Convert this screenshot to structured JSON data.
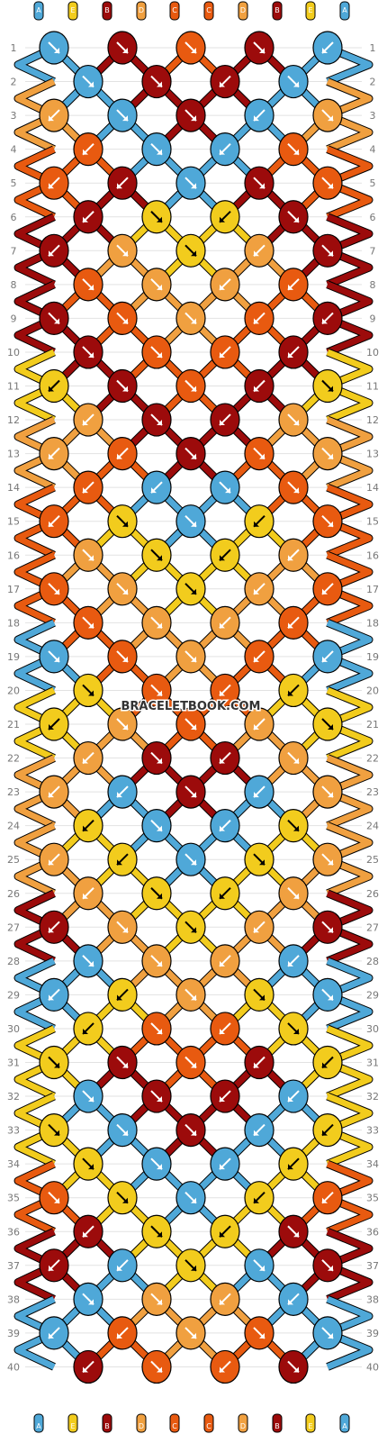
{
  "watermark": "BRACELETBOOK.COM",
  "strings": [
    "A",
    "E",
    "B",
    "D",
    "C",
    "C",
    "D",
    "B",
    "E",
    "A"
  ],
  "rows": [
    "1",
    "2",
    "3",
    "4",
    "5",
    "6",
    "7",
    "8",
    "9",
    "10",
    "11",
    "12",
    "13",
    "14",
    "15",
    "16",
    "17",
    "18",
    "19",
    "20",
    "21",
    "22",
    "23",
    "24",
    "25",
    "26",
    "27",
    "28",
    "29",
    "30",
    "31",
    "32",
    "33",
    "34",
    "35",
    "36",
    "37",
    "38",
    "39",
    "40"
  ],
  "colors": {
    "A": "#4fa8d8",
    "B": "#9c0b0b",
    "C": "#e85a10",
    "D": "#f0a040",
    "E": "#f2cc1d"
  },
  "knots": [
    {
      "row": 1,
      "knots": [
        [
          "A",
          "se"
        ],
        [
          "B",
          "se"
        ],
        [
          "C",
          "se"
        ],
        [
          "B",
          "se"
        ],
        [
          "A",
          "sw"
        ]
      ]
    },
    {
      "row": 2,
      "knots": [
        [
          "A",
          "se"
        ],
        [
          "B",
          "se"
        ],
        [
          "B",
          "sw"
        ],
        [
          "A",
          "se"
        ]
      ]
    },
    {
      "row": 3,
      "knots": [
        [
          "D",
          "sw"
        ],
        [
          "A",
          "se"
        ],
        [
          "B",
          "se"
        ],
        [
          "A",
          "sw"
        ],
        [
          "D",
          "se"
        ]
      ]
    },
    {
      "row": 4,
      "knots": [
        [
          "C",
          "sw"
        ],
        [
          "A",
          "se"
        ],
        [
          "A",
          "sw"
        ],
        [
          "C",
          "se"
        ]
      ]
    },
    {
      "row": 5,
      "knots": [
        [
          "C",
          "sw"
        ],
        [
          "B",
          "sw"
        ],
        [
          "A",
          "se"
        ],
        [
          "B",
          "se"
        ],
        [
          "C",
          "se"
        ]
      ]
    },
    {
      "row": 6,
      "knots": [
        [
          "B",
          "sw"
        ],
        [
          "E",
          "se"
        ],
        [
          "E",
          "sw"
        ],
        [
          "B",
          "se"
        ]
      ]
    },
    {
      "row": 7,
      "knots": [
        [
          "B",
          "sw"
        ],
        [
          "D",
          "se"
        ],
        [
          "E",
          "se"
        ],
        [
          "D",
          "sw"
        ],
        [
          "B",
          "se"
        ]
      ]
    },
    {
      "row": 8,
      "knots": [
        [
          "C",
          "se"
        ],
        [
          "D",
          "se"
        ],
        [
          "D",
          "sw"
        ],
        [
          "C",
          "sw"
        ]
      ]
    },
    {
      "row": 9,
      "knots": [
        [
          "B",
          "se"
        ],
        [
          "C",
          "se"
        ],
        [
          "D",
          "se"
        ],
        [
          "C",
          "sw"
        ],
        [
          "B",
          "sw"
        ]
      ]
    },
    {
      "row": 10,
      "knots": [
        [
          "B",
          "se"
        ],
        [
          "C",
          "se"
        ],
        [
          "C",
          "sw"
        ],
        [
          "B",
          "sw"
        ]
      ]
    },
    {
      "row": 11,
      "knots": [
        [
          "E",
          "sw"
        ],
        [
          "B",
          "se"
        ],
        [
          "C",
          "se"
        ],
        [
          "B",
          "sw"
        ],
        [
          "E",
          "se"
        ]
      ]
    },
    {
      "row": 12,
      "knots": [
        [
          "D",
          "sw"
        ],
        [
          "B",
          "se"
        ],
        [
          "B",
          "sw"
        ],
        [
          "D",
          "se"
        ]
      ]
    },
    {
      "row": 13,
      "knots": [
        [
          "D",
          "sw"
        ],
        [
          "C",
          "sw"
        ],
        [
          "B",
          "se"
        ],
        [
          "C",
          "se"
        ],
        [
          "D",
          "se"
        ]
      ]
    },
    {
      "row": 14,
      "knots": [
        [
          "C",
          "sw"
        ],
        [
          "A",
          "sw"
        ],
        [
          "A",
          "se"
        ],
        [
          "C",
          "se"
        ]
      ]
    },
    {
      "row": 15,
      "knots": [
        [
          "C",
          "sw"
        ],
        [
          "E",
          "se"
        ],
        [
          "A",
          "se"
        ],
        [
          "E",
          "sw"
        ],
        [
          "C",
          "se"
        ]
      ]
    },
    {
      "row": 16,
      "knots": [
        [
          "D",
          "se"
        ],
        [
          "E",
          "se"
        ],
        [
          "E",
          "sw"
        ],
        [
          "D",
          "sw"
        ]
      ]
    },
    {
      "row": 17,
      "knots": [
        [
          "C",
          "se"
        ],
        [
          "D",
          "se"
        ],
        [
          "E",
          "se"
        ],
        [
          "D",
          "sw"
        ],
        [
          "C",
          "sw"
        ]
      ]
    },
    {
      "row": 18,
      "knots": [
        [
          "C",
          "se"
        ],
        [
          "D",
          "se"
        ],
        [
          "D",
          "sw"
        ],
        [
          "C",
          "sw"
        ]
      ]
    },
    {
      "row": 19,
      "knots": [
        [
          "A",
          "se"
        ],
        [
          "C",
          "se"
        ],
        [
          "D",
          "se"
        ],
        [
          "C",
          "sw"
        ],
        [
          "A",
          "sw"
        ]
      ]
    },
    {
      "row": 20,
      "knots": [
        [
          "E",
          "se"
        ],
        [
          "C",
          "se"
        ],
        [
          "C",
          "sw"
        ],
        [
          "E",
          "sw"
        ]
      ]
    },
    {
      "row": 21,
      "knots": [
        [
          "E",
          "sw"
        ],
        [
          "D",
          "se"
        ],
        [
          "C",
          "se"
        ],
        [
          "D",
          "sw"
        ],
        [
          "E",
          "se"
        ]
      ]
    },
    {
      "row": 22,
      "knots": [
        [
          "D",
          "sw"
        ],
        [
          "B",
          "se"
        ],
        [
          "B",
          "sw"
        ],
        [
          "D",
          "se"
        ]
      ]
    },
    {
      "row": 23,
      "knots": [
        [
          "D",
          "sw"
        ],
        [
          "A",
          "sw"
        ],
        [
          "B",
          "se"
        ],
        [
          "A",
          "sw"
        ],
        [
          "D",
          "se"
        ]
      ]
    },
    {
      "row": 24,
      "knots": [
        [
          "E",
          "sw"
        ],
        [
          "A",
          "se"
        ],
        [
          "A",
          "sw"
        ],
        [
          "E",
          "se"
        ]
      ]
    },
    {
      "row": 25,
      "knots": [
        [
          "D",
          "sw"
        ],
        [
          "E",
          "sw"
        ],
        [
          "A",
          "se"
        ],
        [
          "E",
          "se"
        ],
        [
          "D",
          "se"
        ]
      ]
    },
    {
      "row": 26,
      "knots": [
        [
          "D",
          "sw"
        ],
        [
          "E",
          "se"
        ],
        [
          "E",
          "sw"
        ],
        [
          "D",
          "se"
        ]
      ]
    },
    {
      "row": 27,
      "knots": [
        [
          "B",
          "sw"
        ],
        [
          "D",
          "se"
        ],
        [
          "E",
          "se"
        ],
        [
          "D",
          "sw"
        ],
        [
          "B",
          "se"
        ]
      ]
    },
    {
      "row": 28,
      "knots": [
        [
          "A",
          "se"
        ],
        [
          "D",
          "se"
        ],
        [
          "D",
          "sw"
        ],
        [
          "A",
          "sw"
        ]
      ]
    },
    {
      "row": 29,
      "knots": [
        [
          "A",
          "sw"
        ],
        [
          "E",
          "sw"
        ],
        [
          "D",
          "se"
        ],
        [
          "E",
          "se"
        ],
        [
          "A",
          "se"
        ]
      ]
    },
    {
      "row": 30,
      "knots": [
        [
          "E",
          "sw"
        ],
        [
          "C",
          "se"
        ],
        [
          "C",
          "sw"
        ],
        [
          "E",
          "se"
        ]
      ]
    },
    {
      "row": 31,
      "knots": [
        [
          "E",
          "se"
        ],
        [
          "B",
          "se"
        ],
        [
          "C",
          "se"
        ],
        [
          "B",
          "sw"
        ],
        [
          "E",
          "sw"
        ]
      ]
    },
    {
      "row": 32,
      "knots": [
        [
          "A",
          "se"
        ],
        [
          "B",
          "se"
        ],
        [
          "B",
          "sw"
        ],
        [
          "A",
          "sw"
        ]
      ]
    },
    {
      "row": 33,
      "knots": [
        [
          "E",
          "se"
        ],
        [
          "A",
          "se"
        ],
        [
          "B",
          "se"
        ],
        [
          "A",
          "sw"
        ],
        [
          "E",
          "sw"
        ]
      ]
    },
    {
      "row": 34,
      "knots": [
        [
          "E",
          "se"
        ],
        [
          "A",
          "se"
        ],
        [
          "A",
          "sw"
        ],
        [
          "E",
          "sw"
        ]
      ]
    },
    {
      "row": 35,
      "knots": [
        [
          "C",
          "se"
        ],
        [
          "E",
          "se"
        ],
        [
          "A",
          "se"
        ],
        [
          "E",
          "sw"
        ],
        [
          "C",
          "sw"
        ]
      ]
    },
    {
      "row": 36,
      "knots": [
        [
          "B",
          "sw"
        ],
        [
          "E",
          "se"
        ],
        [
          "E",
          "sw"
        ],
        [
          "B",
          "se"
        ]
      ]
    },
    {
      "row": 37,
      "knots": [
        [
          "B",
          "sw"
        ],
        [
          "A",
          "sw"
        ],
        [
          "E",
          "se"
        ],
        [
          "A",
          "se"
        ],
        [
          "B",
          "se"
        ]
      ]
    },
    {
      "row": 38,
      "knots": [
        [
          "A",
          "se"
        ],
        [
          "D",
          "se"
        ],
        [
          "D",
          "sw"
        ],
        [
          "A",
          "sw"
        ]
      ]
    },
    {
      "row": 39,
      "knots": [
        [
          "A",
          "sw"
        ],
        [
          "C",
          "sw"
        ],
        [
          "D",
          "se"
        ],
        [
          "C",
          "se"
        ],
        [
          "A",
          "se"
        ]
      ]
    },
    {
      "row": 40,
      "knots": [
        [
          "B",
          "sw"
        ],
        [
          "C",
          "se"
        ],
        [
          "C",
          "sw"
        ],
        [
          "B",
          "se"
        ]
      ]
    }
  ]
}
